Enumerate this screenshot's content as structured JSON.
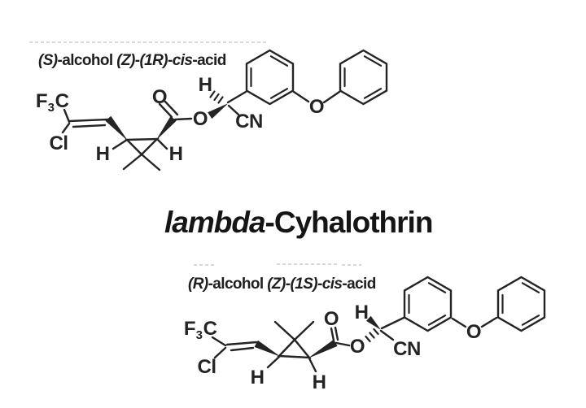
{
  "title": {
    "italic": "lambda",
    "rest": "-Cyhalothrin"
  },
  "structures": {
    "top": {
      "label": {
        "s1": "(S)",
        "s2": "-alcohol ",
        "s3": "(Z)",
        "s4": "-",
        "s5": "(1R)",
        "s6": "-",
        "s7": "cis",
        "s8": "-acid"
      }
    },
    "bottom": {
      "label": {
        "s1": "(R)",
        "s2": "-alcohol ",
        "s3": "(Z)",
        "s4": "-",
        "s5": "(1S)",
        "s6": "-",
        "s7": "cis",
        "s8": "-acid"
      }
    }
  },
  "atoms": {
    "F": "F",
    "f_subscript": "3",
    "C": "C",
    "Cl": "Cl",
    "O": "O",
    "H": "H",
    "CN": "CN"
  },
  "colors": {
    "ink": "#242424",
    "background": "#ffffff",
    "scan_artifact": "#cccccc"
  }
}
